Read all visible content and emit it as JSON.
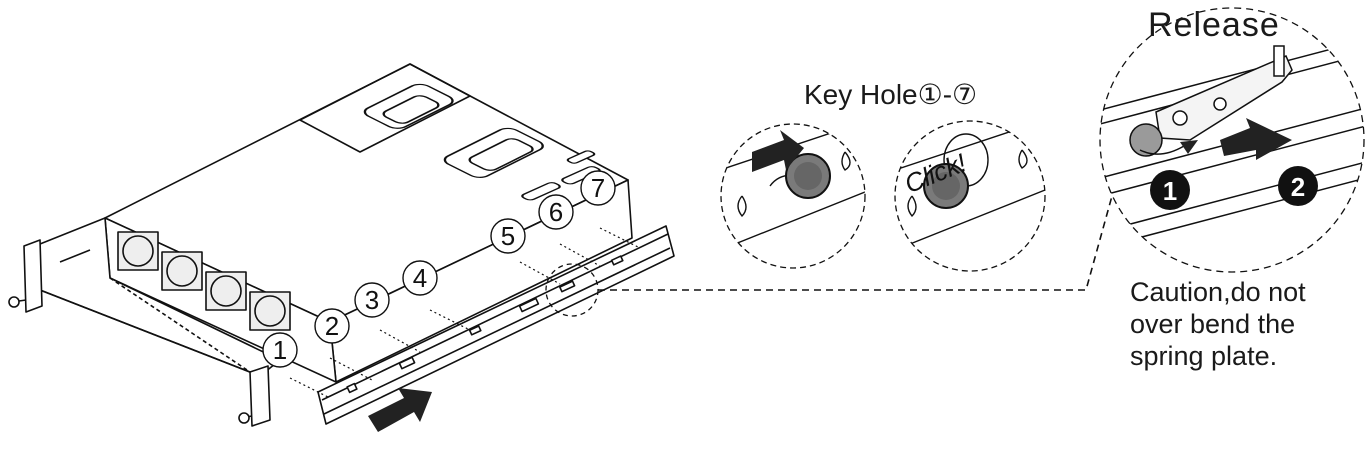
{
  "labels": {
    "release": "Release",
    "key_hole": "Key Hole①-⑦",
    "click": "Click!",
    "caution_lines": [
      "Caution,do not",
      "over bend the",
      "spring plate."
    ]
  },
  "keyhole_numbers": [
    "1",
    "2",
    "3",
    "4",
    "5",
    "6",
    "7"
  ],
  "release_steps": [
    "1",
    "2"
  ]
}
